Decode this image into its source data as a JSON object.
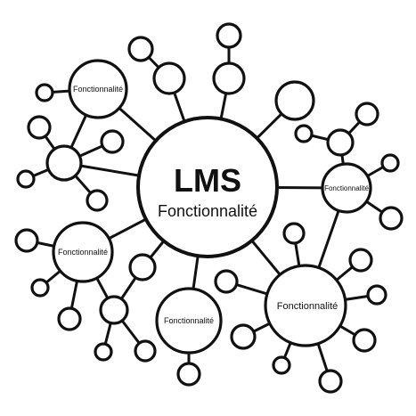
{
  "center": {
    "title": "LMS",
    "subtitle": "Fonctionnalité"
  },
  "features": [
    {
      "id": "f-top-left",
      "label": "Fonctionnalité"
    },
    {
      "id": "f-right",
      "label": "Fonctionnalité"
    },
    {
      "id": "f-left",
      "label": "Fonctionnalité"
    },
    {
      "id": "f-bottom",
      "label": "Fonctionnalité"
    },
    {
      "id": "f-bottom-right",
      "label": "Fonctionnalité"
    }
  ],
  "colors": {
    "stroke": "#111111",
    "fill": "#ffffff"
  }
}
